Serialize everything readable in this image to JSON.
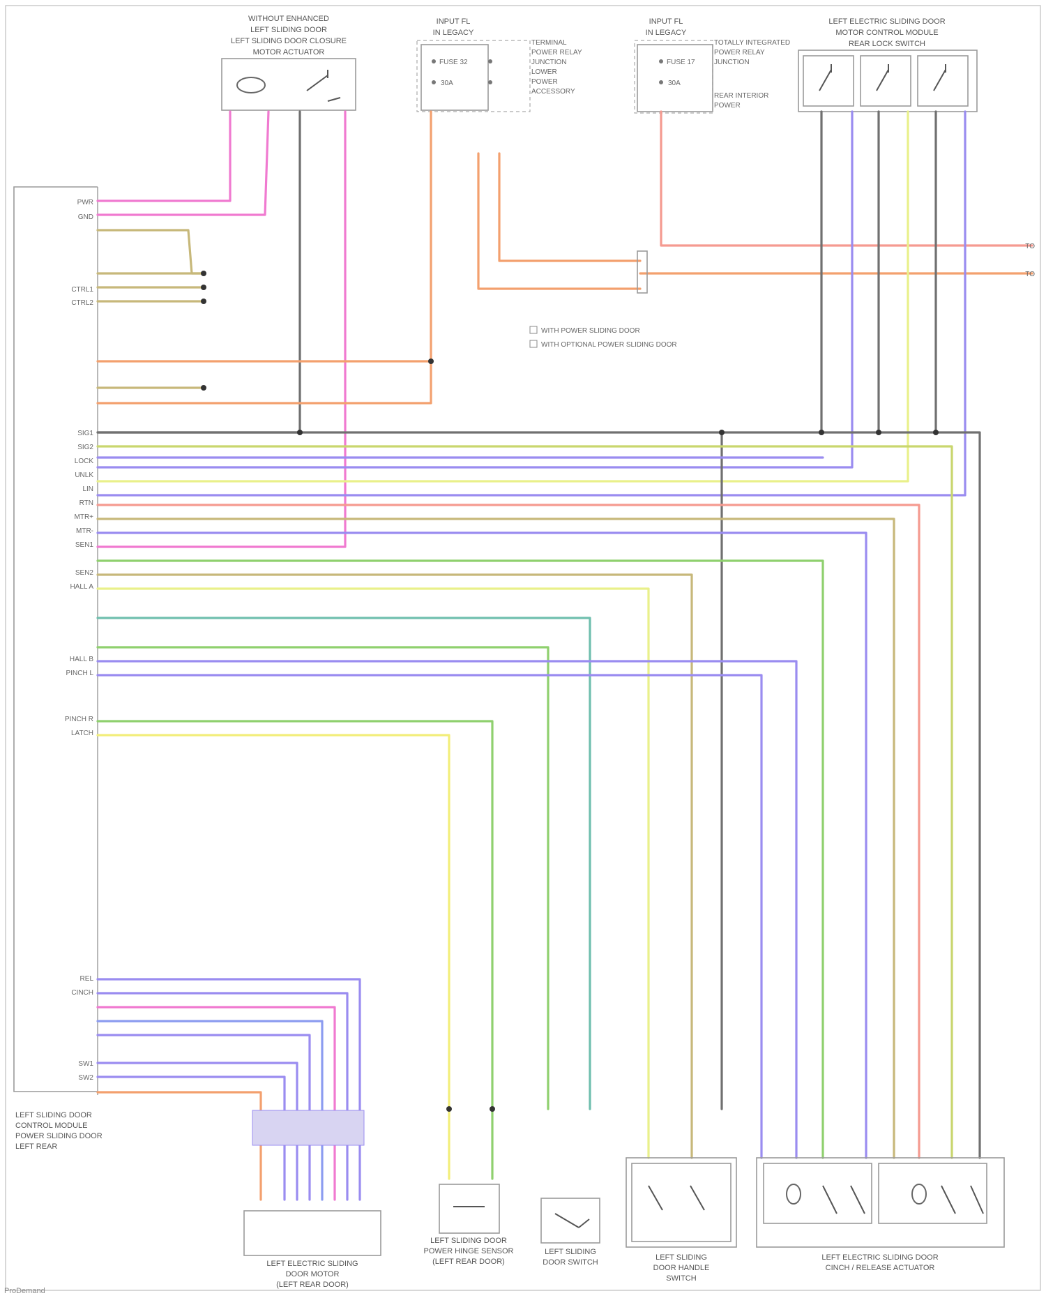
{
  "diagram": {
    "module_top_left": [
      "WITHOUT ENHANCED",
      "LEFT SLIDING DOOR",
      "LEFT SLIDING DOOR CLOSURE",
      "MOTOR ACTUATOR"
    ],
    "fuse_box_left": [
      "INPUT FL",
      "IN LEGACY",
      "FUSE 32",
      "30A"
    ],
    "fuse_box_left_notes": [
      "TERMINAL",
      "POWER RELAY",
      "JUNCTION",
      "LOWER",
      "POWER",
      "ACCESSORY"
    ],
    "fuse_box_right": [
      "INPUT FL",
      "IN LEGACY",
      "FUSE 17",
      "30A"
    ],
    "fuse_box_right_notes": [
      "TOTALLY INTEGRATED",
      "POWER RELAY",
      "JUNCTION",
      "REAR INTERIOR",
      "POWER"
    ],
    "module_top_right": [
      "LEFT ELECTRIC SLIDING DOOR",
      "MOTOR CONTROL MODULE",
      "REAR LOCK SWITCH"
    ],
    "legend": [
      "WITH POWER SLIDING DOOR",
      "WITH OPTIONAL POWER SLIDING DOOR"
    ],
    "left_module": [
      "LEFT SLIDING DOOR",
      "CONTROL MODULE",
      "POWER SLIDING DOOR",
      "LEFT REAR"
    ],
    "left_pins": [
      "PWR",
      "GND",
      "CTRL1",
      "CTRL2",
      "SIG1",
      "SIG2",
      "LOCK",
      "UNLK",
      "LIN",
      "RTN",
      "MTR+",
      "MTR-",
      "SEN1",
      "SEN2",
      "HALL A",
      "HALL B",
      "PINCH L",
      "PINCH R",
      "LATCH",
      "REL",
      "CINCH",
      "SW1",
      "SW2"
    ],
    "bottom_labels": {
      "b1": [
        "LEFT ELECTRIC SLIDING",
        "DOOR MOTOR",
        "(LEFT REAR DOOR)"
      ],
      "b2": [
        "LEFT SLIDING DOOR",
        "POWER HINGE SENSOR",
        "(LEFT REAR DOOR)"
      ],
      "b3": [
        "LEFT SLIDING",
        "DOOR SWITCH"
      ],
      "b4": [
        "LEFT SLIDING",
        "DOOR HANDLE",
        "SWITCH"
      ],
      "b5": [
        "LEFT ELECTRIC SLIDING DOOR",
        "CINCH / RELEASE ACTUATOR"
      ]
    },
    "right_tags": [
      "TO",
      "TO"
    ],
    "footer": "ProDemand"
  },
  "colors": {
    "pink": "#f07ad0",
    "violet": "#9a8cf0",
    "orange": "#f3a06e",
    "yellow": "#f2ee7a",
    "green": "#8fd06e",
    "teal": "#6fbfae",
    "gray": "#707070",
    "olive": "#c7b87a",
    "salmon": "#f59a90",
    "lightyellow": "#e9f08a"
  }
}
